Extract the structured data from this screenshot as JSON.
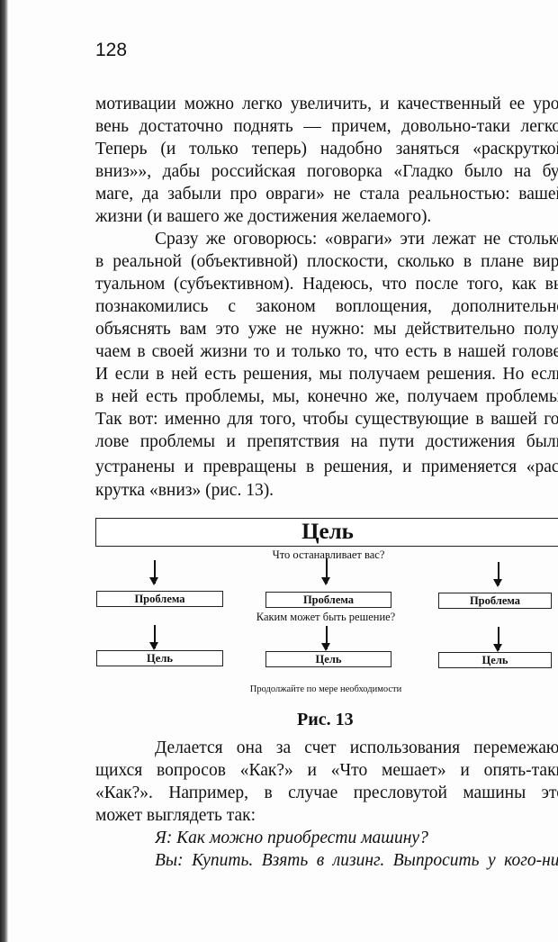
{
  "page_number": "128",
  "para1": [
    "мотивации можно легко увеличить, и качественный ее уро-",
    "вень достаточно поднять — причем, довольно-таки легко.",
    "Теперь (и только теперь) надобно заняться «раскруткой",
    "вниз»», дабы российская поговорка «Гладко было на бу-",
    "маге, да забыли про овраги» не стала реальностью: вашей",
    "жизни (и вашего же достижения желаемого)."
  ],
  "para2": [
    "Сразу же оговорюсь: «овраги» эти лежат не столько",
    "в реальной (объективной) плоскости, сколько в плане вир-",
    "туальном (субъективном). Надеюсь, что после того, как вы",
    "познакомились с законом воплощения, дополнительно",
    "объяснять вам это уже не нужно: мы действительно полу-",
    "чаем в своей жизни то и только то, что есть в нашей голове.",
    "И если в ней есть решения, мы получаем решения. Но если",
    "в ней есть проблемы, мы, конечно же, получаем проблемы.",
    "Так вот: именно для того, чтобы существующие в вашей го-",
    "лове проблемы и препятствия на пути достижения были",
    "устранены и превращены в решения, и применяется «рас-",
    "крутка «вниз» (рис. 13)."
  ],
  "diagram": {
    "top_goal": "Цель",
    "question1": "Что останавливает вас?",
    "problems": [
      "Проблема",
      "Проблема",
      "Проблема"
    ],
    "question2": "Каким может быть решение?",
    "goals": [
      "Цель",
      "Цель",
      "Цель"
    ],
    "note": "Продолжайте по мере необходимости",
    "caption": "Рис. 13"
  },
  "para3": [
    "Делается она за счет использования перемежаю-",
    "щихся вопросов «Как?» и «Что мешает» и опять-таки",
    "«Как?». Например, в случае пресловутой машины это",
    "может выглядеть так:"
  ],
  "dialog": [
    "Я: Как можно приобрести машину?",
    "Вы: Купить. Взять в лизинг. Выпросить у кого-ни-"
  ]
}
